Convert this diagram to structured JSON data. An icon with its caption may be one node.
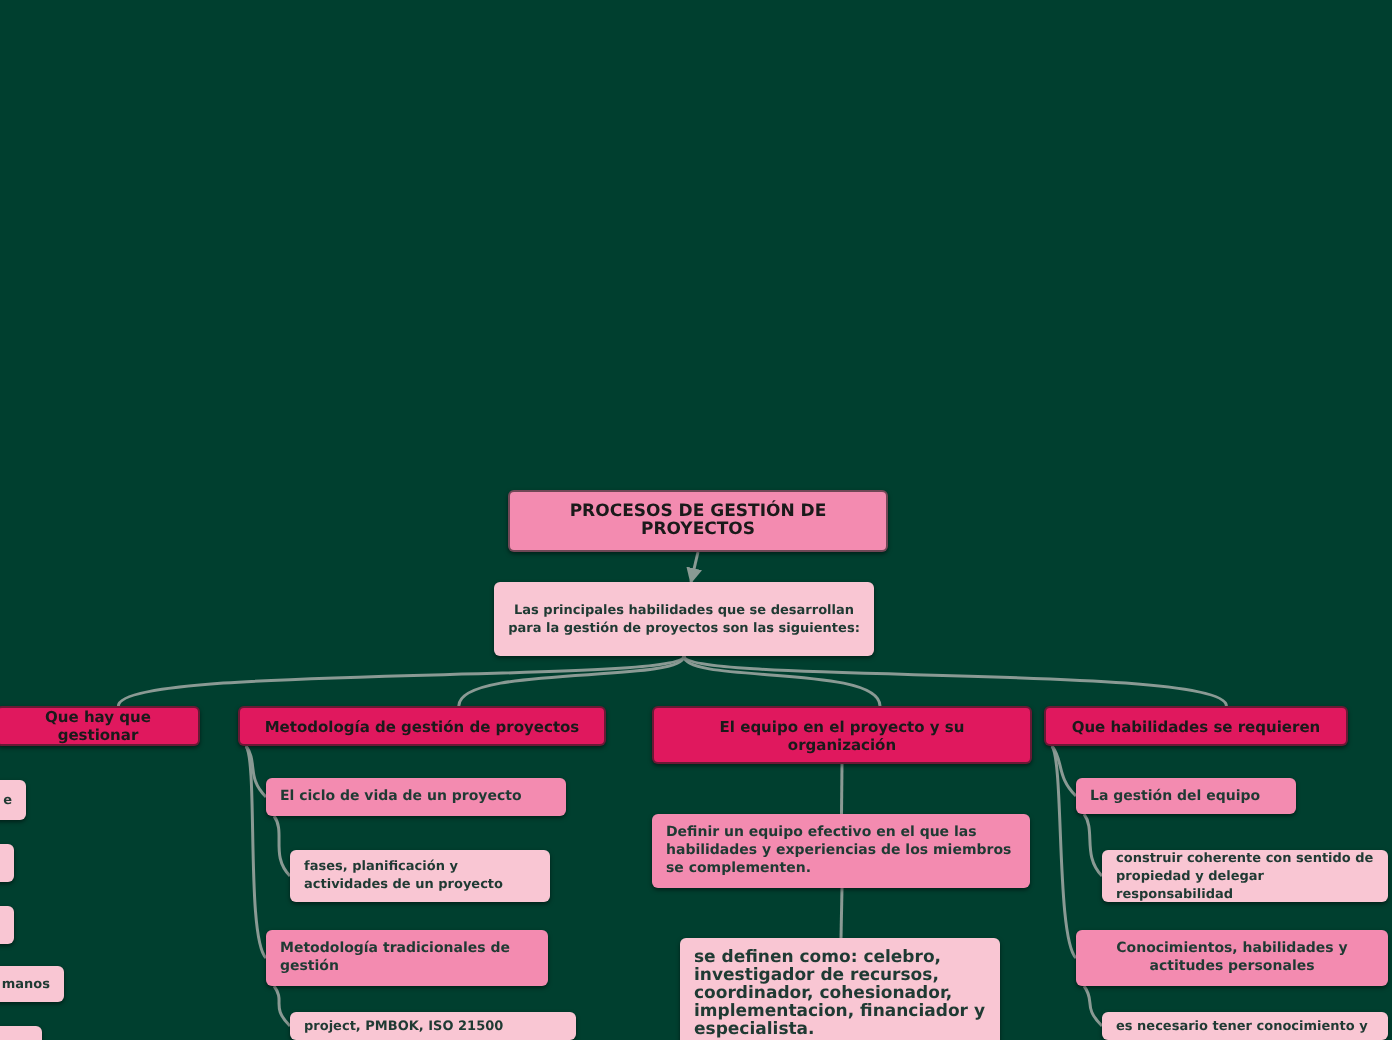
{
  "diagram": {
    "nodes": [
      {
        "text": [
          "PROCESOS DE GESTIÓN DE PROYECTOS"
        ]
      },
      {
        "text": [
          "Las principales habilidades que se desarrollan para la gestión de proyectos son las siguientes:"
        ]
      },
      {
        "text": [
          "Que hay que gestionar"
        ]
      },
      {
        "text": [
          "Metodología  de gestión de proyectos"
        ]
      },
      {
        "text": [
          "El equipo en el proyecto y su organización"
        ]
      },
      {
        "text": [
          "Que habilidades se requieren"
        ]
      },
      {
        "text": [
          "e"
        ]
      },
      {
        "text": [],
        "shape": "box"
      },
      {
        "text": [],
        "shape": "box"
      },
      {
        "text": [
          "manos"
        ]
      },
      {
        "text": [],
        "shape": "box"
      },
      {
        "text": [
          "El ciclo de vida de un proyecto"
        ]
      },
      {
        "text": [
          "fases, planificación y actividades de un proyecto"
        ]
      },
      {
        "text": [
          "Metodología tradicionales de gestión"
        ]
      },
      {
        "text": [
          "project, PMBOK, ISO 21500"
        ]
      },
      {
        "text": [
          "Definir un equipo efectivo en el que las habilidades y experiencias de los miembros se complementen."
        ]
      },
      {
        "text": [
          "se definen como: celebro, investigador de recursos, coordinador, cohesionador, implementacion, financiador y especialista."
        ]
      },
      {
        "text": [
          "La gestión del equipo"
        ]
      },
      {
        "text": [
          "construir coherente con sentido de propiedad y delegar responsabilidad"
        ]
      },
      {
        "text": [
          "Conocimientos, habilidades y actitudes personales"
        ]
      },
      {
        "text": [
          "es necesario tener conocimiento y"
        ]
      }
    ],
    "edges": [
      {
        "from": 0,
        "to": 1,
        "arrow": "to"
      },
      {
        "from": 1,
        "to": 2,
        "arrow": "none"
      },
      {
        "from": 1,
        "to": 3,
        "arrow": "none"
      },
      {
        "from": 1,
        "to": 4,
        "arrow": "none"
      },
      {
        "from": 1,
        "to": 5,
        "arrow": "none"
      },
      {
        "from": 3,
        "to": 11,
        "arrow": "none"
      },
      {
        "from": 11,
        "to": 12,
        "arrow": "none"
      },
      {
        "from": 3,
        "to": 13,
        "arrow": "none"
      },
      {
        "from": 13,
        "to": 14,
        "arrow": "none"
      },
      {
        "from": 4,
        "to": 15,
        "arrow": "none"
      },
      {
        "from": 15,
        "to": 16,
        "arrow": "none"
      },
      {
        "from": 5,
        "to": 17,
        "arrow": "none"
      },
      {
        "from": 17,
        "to": 18,
        "arrow": "none"
      },
      {
        "from": 5,
        "to": 19,
        "arrow": "none"
      },
      {
        "from": 19,
        "to": 20,
        "arrow": "none"
      }
    ]
  }
}
